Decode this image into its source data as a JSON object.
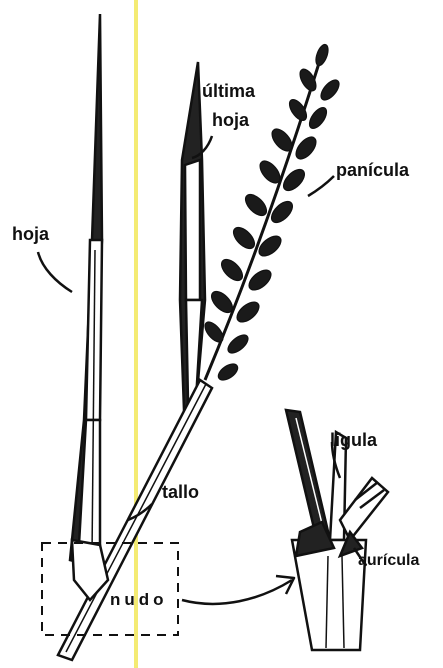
{
  "labels": {
    "ultima": "última",
    "hoja_top": "hoja",
    "panicula": "panícula",
    "hoja_left": "hoja",
    "tallo": "tallo",
    "nudo": "nudo",
    "ligula": "lígula",
    "auricula": "aurícula"
  },
  "colors": {
    "ink": "#111111",
    "highlight": "#f2e85a",
    "paper": "#ffffff"
  }
}
